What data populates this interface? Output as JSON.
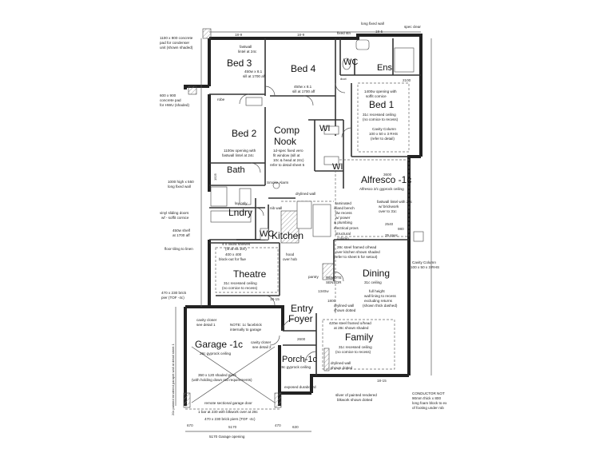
{
  "rooms": {
    "bed3": "Bed 3",
    "bed4": "Bed 4",
    "wc_top": "WC",
    "ens": "Ens",
    "bed1": "Bed 1",
    "bed2": "Bed 2",
    "comp_nook_1": "Comp",
    "comp_nook_2": "Nook",
    "wir1": "WI",
    "wir2": "WI",
    "bath": "Bath",
    "alfresco": "Alfresco -1c",
    "lndry": "Lndry",
    "wc_mid": "WC",
    "kitchen": "Kitchen",
    "theatre": "Theatre",
    "dining": "Dining",
    "entry": "Entry",
    "foyer": "Foyer",
    "garage": "Garage -1c",
    "family": "Family",
    "porch": "Porch-1c"
  },
  "notes": {
    "long_fixed_wall": "long fixed wall",
    "spec_clear": "spec clear",
    "fixed_stn": "fixed stn",
    "concrete_pad_top": "1100 x 900 concrete",
    "concrete_pad_top_2": "pad for condenser",
    "concrete_pad_top_3": "unit (shown shaded)",
    "concrete_pad_hwu": "600 x 900",
    "concrete_pad_hwu_2": "concrete pad",
    "concrete_pad_hwu_3": "for HWU (shaded)",
    "fastwall_lintel": "fastwall",
    "fastwall_lintel_2": "lintel at 24c",
    "window_bed3": "450w x 8.1",
    "window_bed3_2": "sill at 1700 aff",
    "window_bed4": "450w x 8.1",
    "window_bed4_2": "sill at 1700 aff",
    "robe": "robe",
    "opening_bed1": "1400w opening with",
    "opening_bed1_2": "soffit cornice",
    "recessed_ceiling_bed1": "31c recessed ceiling",
    "recessed_ceiling_bed1_2": "(no cornice to recess)",
    "cavity_column": "Cavity Column",
    "cavity_column_2": "100 x 50 x 3 RHS",
    "cavity_column_3": "(refer to detail)",
    "opening_bed2": "1100w opening with",
    "opening_bed2_2": "fastwall lintel at 24c",
    "fixed_vero": "1d-spec fixed vero",
    "fixed_vero_2": "fit window (sill at",
    "fixed_vero_3": "10c & head at 24c)",
    "fixed_vero_4": "refer to detail sheet 5",
    "smoke_alarm": "Smoke Alarm",
    "window_1000": "1000 high x 550",
    "window_1000_2": "long fixed wall",
    "vinyl_doors": "vinyl sliding doors",
    "vinyl_doors_2": "wf - soffit cornice",
    "shelf": "450w shelf",
    "shelf_2": "at 1700 aff",
    "floor_tiling": "floor tiling to linen",
    "ceiling_top": "Alfresco 2/c gyprock ceiling",
    "fastwall_lintel_alf": "fastwall lintel with 28c",
    "fastwall_lintel_alf_2": "w/ brickwork",
    "fastwall_lintel_alf_3": "over to 31c",
    "spec_25": "25 spec",
    "dryline_wall": "drylined wall",
    "laminated_bench": "laminated",
    "laminated_bench_2": "island bench",
    "laminated_bench_3": "dw recess",
    "laminated_bench_4": "w/ power",
    "laminated_bench_5": "& plumbing",
    "electrical_provs": "electrical provs",
    "structural_column": "structural",
    "structural_column_2": "column",
    "blockout": "400 x 400",
    "blockout_2": "block-out for flue",
    "shelves": "4 x 450w shelves",
    "shelves_2": "(fit at ea 10c)",
    "beam_note": "28c steel framed o/head",
    "beam_note_2": "over kitchen shown shaded",
    "beam_note_3": "(refer to sheet 5 for setout)",
    "recessed_theatre": "31c recessed ceiling",
    "recessed_theatre_2": "(no cornice to recess)",
    "remote_sensor": "REMOTE",
    "remote_sensor_2": "SENSOR",
    "recessed_dining": "31c ceiling",
    "hob_note": "hood",
    "hob_note_2": "over hob",
    "pantry": "pantry",
    "lay_only": "lay only",
    "nib_wall": "nib wall",
    "full_height_wall": "full height",
    "full_height_wall_2": "wall lining to recess",
    "full_height_wall_3": "excluding returns",
    "full_height_wall_4": "(shown thick dashed)",
    "raked_ceiling": "420w steel framed o/head",
    "raked_ceiling_2": "at 28c shown shaded",
    "recessed_family": "31c recessed ceiling",
    "recessed_family_2": "(no cornice to recess)",
    "dryline_shown_dotted": "drylined wall",
    "dryline_shown_dotted_2": "shown dotted",
    "note_garage": "NOTE: 1c facebrick",
    "note_garage_2": "internally to garage",
    "cavity_closer": "cavity closer",
    "cavity_closer_2": "see detail 1",
    "cavity_closer_b": "cavity closer",
    "cavity_closer_b_2": "see detail 2",
    "garage_ceiling": "28c gyprock ceiling",
    "shaded_piers": "350 x 120 shaded piers",
    "shaded_piers_2": "(with holding down rod requirements)",
    "porch_ceiling": "28c gyprock ceiling",
    "exposed_duraboard": "exposed duraboard",
    "rendered_blockwork": "sliver of painted rendered",
    "rendered_blockwork_2": "blkwork shown dotted",
    "sectional_door": "remote sectional garage door",
    "sectional_door_2": "1 bar at 230 with blkwork over at 28c",
    "brick_piers": "470 x 230 brick piers (TOF -4c)",
    "garage_dim": "5170 Garage opening",
    "conductor_note": "CONDUCTOR NOT",
    "conductor_note_2": "90mm thick x 800",
    "conductor_note_3": "long foam block to ex",
    "conductor_note_4": "of footing under rob",
    "cavity_column_b": "Cavity Column",
    "cavity_column_b_2": "100 x 50 x 3 RHS",
    "brick_pier_l": "470 x 230 brick",
    "brick_pier_l_2": "pier (TOF -4c)",
    "left_vertical": "20c painted rendered parapet wall at detail sheet 1",
    "wc_duct": "duct",
    "bath_pier": "1525"
  },
  "dims": {
    "top_a": "18-9",
    "top_b": "18-9",
    "top_c": "18-5",
    "right_a": "2100",
    "right_b": "3600",
    "right_c": "2540",
    "right_d": "980",
    "right_e": "18-15",
    "mid_a": "18-15",
    "mid_b": "1340w",
    "mid_c": "1800",
    "mid_d": "2600",
    "bot_a": "670",
    "bot_b": "470",
    "bot_c": "5170",
    "bot_d": "630"
  }
}
